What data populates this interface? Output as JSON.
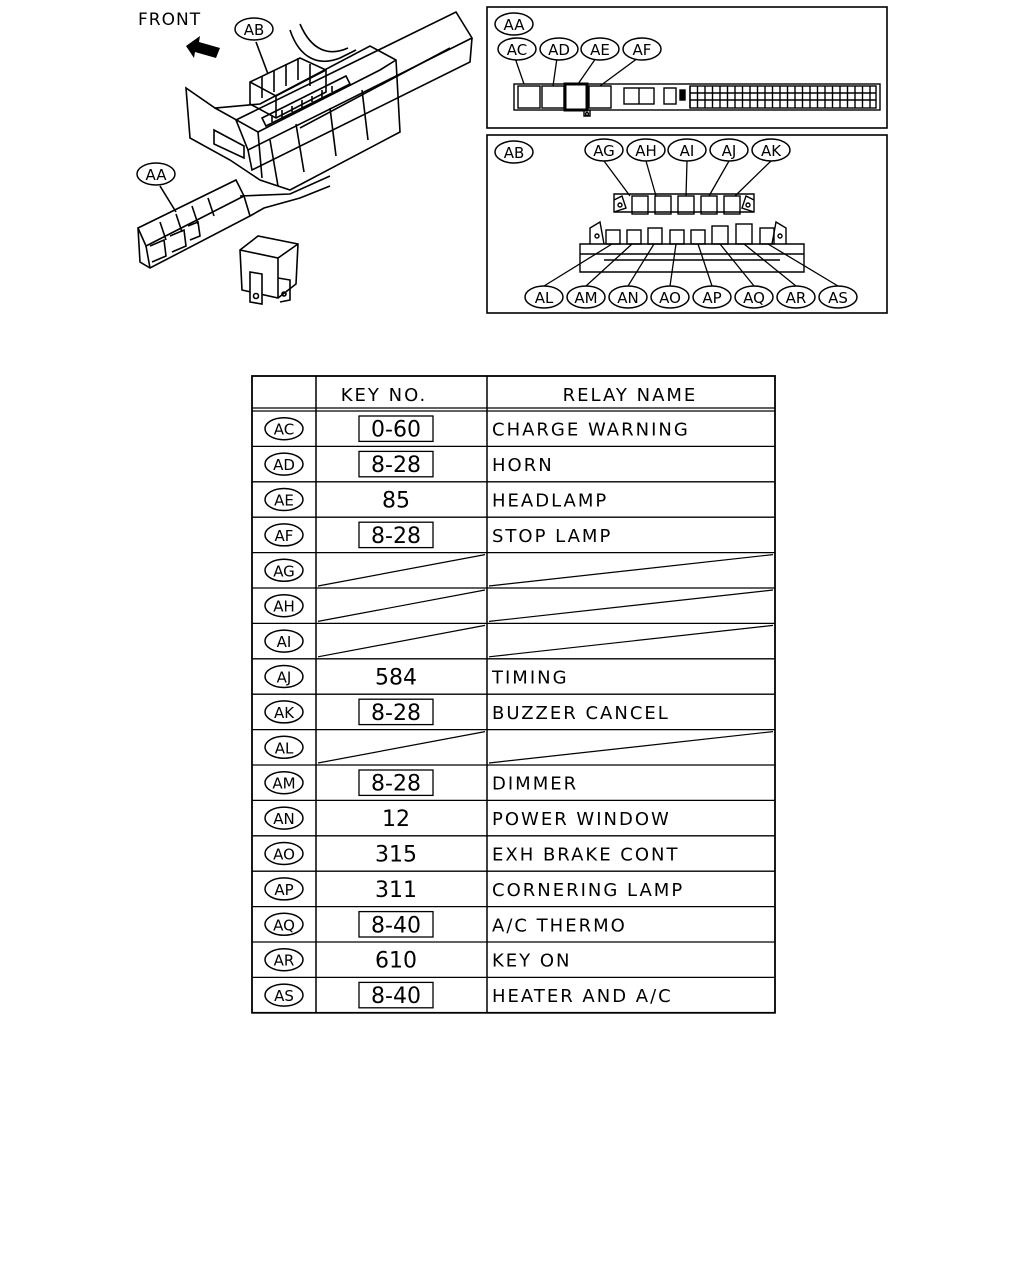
{
  "diagram": {
    "front_label": "FRONT",
    "overview_labels": {
      "ab": "AB",
      "aa": "AA"
    },
    "panel_aa": {
      "title": "AA",
      "callouts": [
        "AC",
        "AD",
        "AE",
        "AF"
      ]
    },
    "panel_ab": {
      "title": "AB",
      "callouts_top": [
        "AG",
        "AH",
        "AI",
        "AJ",
        "AK"
      ],
      "callouts_bottom": [
        "AL",
        "AM",
        "AN",
        "AO",
        "AP",
        "AQ",
        "AR",
        "AS"
      ]
    }
  },
  "table": {
    "headers": {
      "key_no": "KEY NO.",
      "relay_name": "RELAY NAME"
    },
    "rows": [
      {
        "code": "AC",
        "key": "0-60",
        "boxed": true,
        "name": "CHARGE WARNING"
      },
      {
        "code": "AD",
        "key": "8-28",
        "boxed": true,
        "name": "HORN"
      },
      {
        "code": "AE",
        "key": "85",
        "boxed": false,
        "name": "HEADLAMP"
      },
      {
        "code": "AF",
        "key": "8-28",
        "boxed": true,
        "name": "STOP LAMP"
      },
      {
        "code": "AG",
        "key": "",
        "boxed": false,
        "name": "",
        "empty": true
      },
      {
        "code": "AH",
        "key": "",
        "boxed": false,
        "name": "",
        "empty": true
      },
      {
        "code": "AI",
        "key": "",
        "boxed": false,
        "name": "",
        "empty": true
      },
      {
        "code": "AJ",
        "key": "584",
        "boxed": false,
        "name": "TIMING"
      },
      {
        "code": "AK",
        "key": "8-28",
        "boxed": true,
        "name": "BUZZER CANCEL"
      },
      {
        "code": "AL",
        "key": "",
        "boxed": false,
        "name": "",
        "empty": true
      },
      {
        "code": "AM",
        "key": "8-28",
        "boxed": true,
        "name": "DIMMER"
      },
      {
        "code": "AN",
        "key": "12",
        "boxed": false,
        "name": "POWER WINDOW"
      },
      {
        "code": "AO",
        "key": "315",
        "boxed": false,
        "name": "EXH BRAKE CONT"
      },
      {
        "code": "AP",
        "key": "311",
        "boxed": false,
        "name": "CORNERING LAMP"
      },
      {
        "code": "AQ",
        "key": "8-40",
        "boxed": true,
        "name": "A/C THERMO"
      },
      {
        "code": "AR",
        "key": "610",
        "boxed": false,
        "name": "KEY ON"
      },
      {
        "code": "AS",
        "key": "8-40",
        "boxed": true,
        "name": "HEATER AND A/C"
      }
    ]
  }
}
